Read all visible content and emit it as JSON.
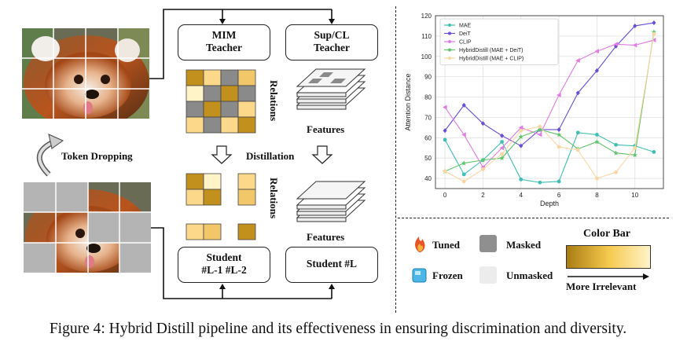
{
  "pipeline": {
    "mim_teacher": [
      "MIM",
      "Teacher"
    ],
    "sup_teacher": [
      "Sup/CL",
      "Teacher"
    ],
    "relations_label": "Relations",
    "features_label": "Features",
    "distillation_label": "Distillation",
    "token_dropping_label": "Token Dropping",
    "student_left": [
      "Student",
      "#L-1 #L-2"
    ],
    "student_right": "Student #L"
  },
  "legend": {
    "tuned": "Tuned",
    "frozen": "Frozen",
    "masked": "Masked",
    "unmasked": "Unmasked",
    "color_bar_title": "Color Bar",
    "more_irrelevant": "More Irrelevant",
    "colors": {
      "masked": "#8f8f8f",
      "unmasked": "#ececec",
      "bar_dark": "#a97c12",
      "bar_light": "#fff3c8"
    }
  },
  "caption": "Figure 4: Hybrid Distill pipeline and its effectiveness in ensuring discrimination and diversity.",
  "chart_data": {
    "type": "line",
    "xlabel": "Depth",
    "ylabel": "Attention Distance",
    "xlim": [
      -0.5,
      11.5
    ],
    "ylim": [
      35,
      120
    ],
    "xticks": [
      0,
      2,
      4,
      6,
      8,
      10
    ],
    "yticks": [
      40,
      50,
      60,
      70,
      80,
      90,
      100,
      110,
      120
    ],
    "grid": true,
    "legend_position": "top-left",
    "x": [
      0,
      1,
      2,
      3,
      4,
      5,
      6,
      7,
      8,
      9,
      10,
      11
    ],
    "series": [
      {
        "name": "MAE",
        "color": "#3fbfb3",
        "marker": "circle",
        "values": [
          59,
          42,
          49,
          58,
          39.5,
          38,
          38.5,
          62.5,
          61.5,
          56.5,
          56,
          53
        ]
      },
      {
        "name": "DeiT",
        "color": "#6a4ed6",
        "marker": "diamond",
        "values": [
          63.5,
          76,
          67,
          61,
          56,
          64,
          64,
          82,
          93,
          105,
          115,
          116.5
        ]
      },
      {
        "name": "CLIP",
        "color": "#e27ae6",
        "marker": "triangle-left",
        "values": [
          75,
          61.5,
          45.5,
          55,
          65,
          61.5,
          81,
          98,
          102.5,
          106,
          105.5,
          108
        ]
      },
      {
        "name": "HybridDistill (MAE + DeiT)",
        "color": "#5fc46a",
        "marker": "star",
        "values": [
          43.5,
          47.5,
          49,
          50,
          60.5,
          64,
          61.5,
          54.5,
          58,
          52.5,
          51.5,
          112
        ]
      },
      {
        "name": "HybridDistill (MAE + CLIP)",
        "color": "#fad7a2",
        "marker": "circle",
        "values": [
          43.5,
          38.5,
          44.5,
          52,
          63.5,
          65.5,
          55.5,
          54,
          40,
          43,
          55,
          111
        ]
      }
    ]
  }
}
